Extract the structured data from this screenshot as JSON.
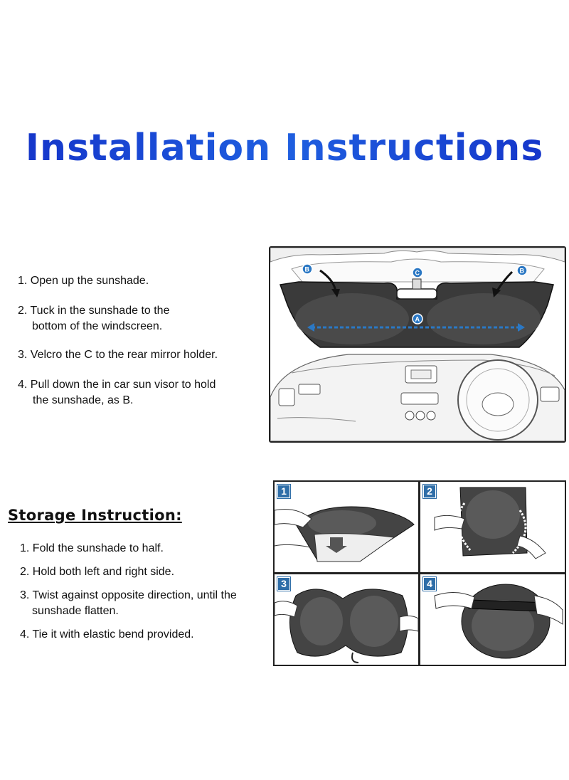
{
  "title": "Installation Instructions",
  "installation_steps": [
    {
      "first": "1. Open up the sunshade.",
      "rest": ""
    },
    {
      "first": "2. Tuck in the sunshade to the",
      "rest": "bottom of the windscreen."
    },
    {
      "first": "3. Velcro the C to the rear mirror holder.",
      "rest": ""
    },
    {
      "first": "4. Pull down the in car sun visor to hold",
      "rest": "the sunshade, as B."
    }
  ],
  "diagram_labels": {
    "a": "A",
    "b_left": "B",
    "b_right": "B",
    "c": "C"
  },
  "storage": {
    "heading": "Storage Instruction:",
    "steps": [
      {
        "first": "1. Fold the sunshade to half.",
        "rest": ""
      },
      {
        "first": "2. Hold both left and right side.",
        "rest": ""
      },
      {
        "first": "3. Twist against opposite direction, until the",
        "rest": "sunshade flatten."
      },
      {
        "first": "4. Tie it with elastic bend provided.",
        "rest": ""
      }
    ],
    "panel_numbers": [
      "1",
      "2",
      "3",
      "4"
    ]
  },
  "colors": {
    "title": "#1a45d6",
    "badge": "#2f6ea8",
    "arrow": "#2b78c4"
  }
}
